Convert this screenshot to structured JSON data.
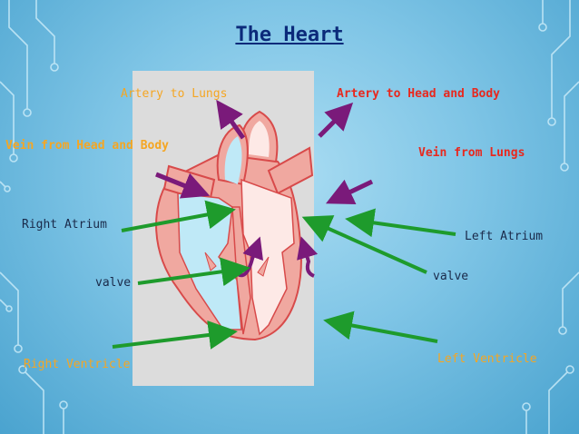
{
  "title": "The Heart",
  "labels": {
    "artery_to_lungs": "Artery to Lungs",
    "artery_to_head_body": "Artery to Head and Body",
    "vein_from_head_body": "Vein from Head and Body",
    "vein_from_lungs": "Vein from Lungs",
    "right_atrium": "Right Atrium",
    "left_atrium": "Left Atrium",
    "valve_left_side": "valve",
    "valve_right_side": "valve",
    "right_ventricle": "Right Ventricle",
    "left_ventricle": "Left Ventricle"
  },
  "colors": {
    "title": "#0b2a7a",
    "orange_label": "#f5a623",
    "red_label": "#e8281e",
    "dark_label": "#1a2a4a",
    "pointer_arrow": "#1e9b2c",
    "flow_arrow": "#7a1a7a",
    "heart_wall": "#f0a8a0",
    "deoxygenated_blood": "#bfe9f7",
    "oxygenated_blood": "#fde9e6"
  }
}
